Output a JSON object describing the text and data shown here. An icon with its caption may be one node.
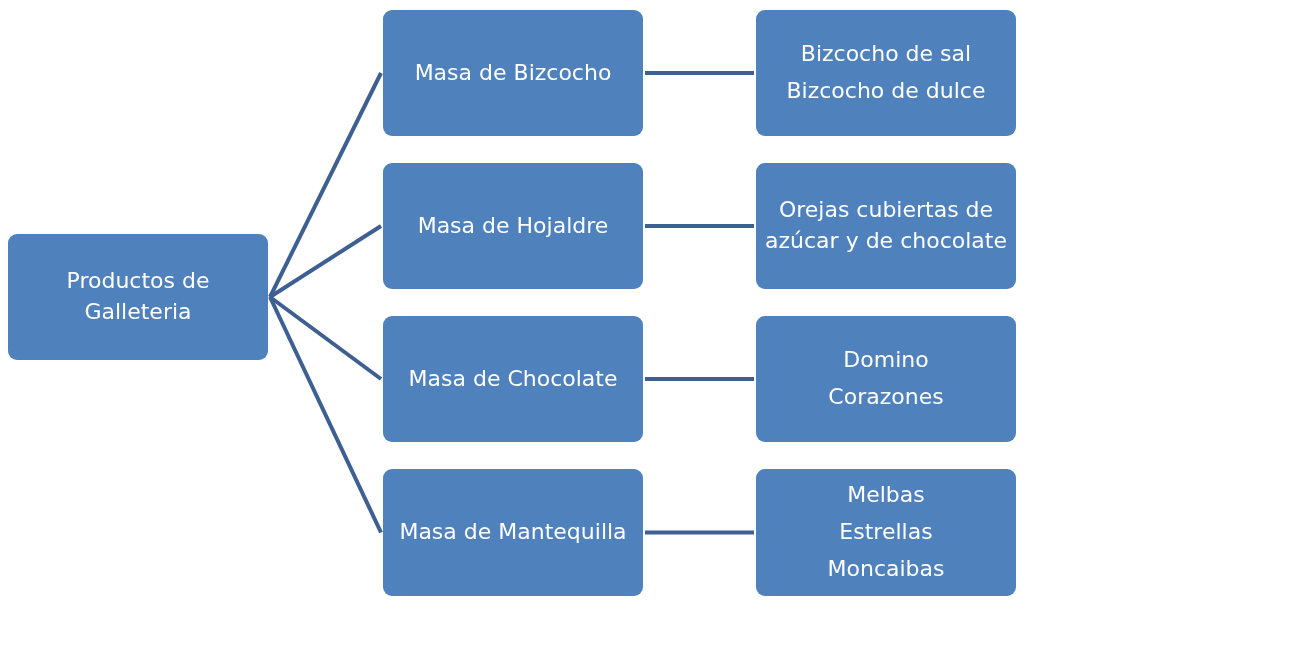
{
  "diagram": {
    "nodes": [
      {
        "text": [
          "Productos de Galleteria"
        ]
      },
      {
        "text": [
          "Masa de Bizcocho"
        ]
      },
      {
        "text": [
          "Bizcocho de sal",
          "Bizcocho de dulce"
        ]
      },
      {
        "text": [
          "Masa de Hojaldre"
        ]
      },
      {
        "text": [
          "Orejas cubiertas de azúcar y de chocolate"
        ]
      },
      {
        "text": [
          "Masa de Chocolate"
        ]
      },
      {
        "text": [
          "Domino",
          "Corazones"
        ]
      },
      {
        "text": [
          "Masa de Mantequilla"
        ]
      },
      {
        "text": [
          "Melbas",
          "Estrellas",
          "Moncaibas"
        ]
      }
    ],
    "edges": [
      {
        "from": 0,
        "to": 1,
        "arrow": "none"
      },
      {
        "from": 0,
        "to": 3,
        "arrow": "none"
      },
      {
        "from": 0,
        "to": 5,
        "arrow": "none"
      },
      {
        "from": 0,
        "to": 7,
        "arrow": "none"
      },
      {
        "from": 1,
        "to": 2,
        "arrow": "none"
      },
      {
        "from": 3,
        "to": 4,
        "arrow": "none"
      },
      {
        "from": 5,
        "to": 6,
        "arrow": "none"
      },
      {
        "from": 7,
        "to": 8,
        "arrow": "none"
      }
    ]
  }
}
